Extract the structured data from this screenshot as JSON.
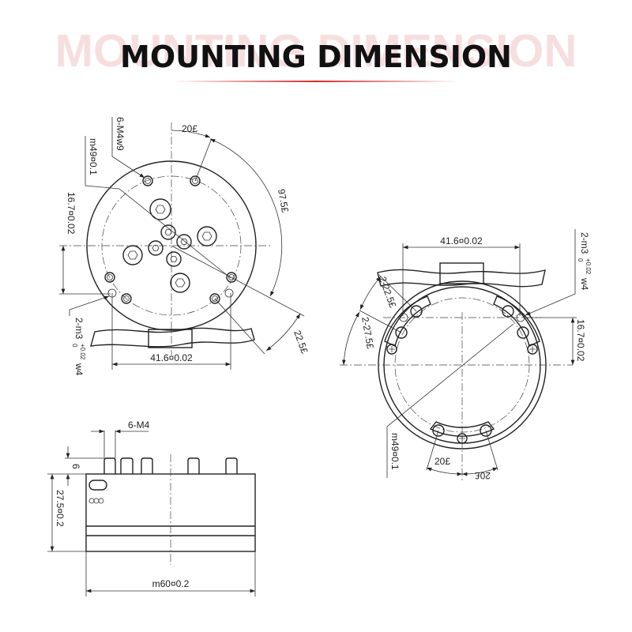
{
  "header": {
    "title": "MOUNTING DIMENSION",
    "background_title": "MOUNTING DIMENSION",
    "accent_color": "#d62828",
    "background_title_color": "#f6dede"
  },
  "top_view": {
    "hole_spacing": "41.6¤0.02",
    "offset": "16.7¤0.02",
    "pitch_circle": "m49¤0.1",
    "threaded_holes": "6-M4w9",
    "angle_top": "20£",
    "angle_large": "97.5£",
    "angle_small": "22.5£",
    "pin_holes": "2-m3",
    "pin_tol_upper": "+0.02",
    "pin_tol_lower": "0",
    "pin_depth": "w4"
  },
  "bottom_view": {
    "hole_spacing": "41.6¤0.02",
    "offset": "16.7¤0.02",
    "pitch_circle": "m49¤0.1",
    "angle_a": "2-22.5£",
    "angle_b": "2-27.5£",
    "angle_left": "20£",
    "angle_right": "20£",
    "pin_holes": "2-m3",
    "pin_tol_upper": "+0.02",
    "pin_tol_lower": "0",
    "pin_depth": "w4"
  },
  "side_view": {
    "pins": "6-M4",
    "pin_height": "6",
    "height": "27.5¤0.2",
    "diameter": "m60¤0.2"
  }
}
